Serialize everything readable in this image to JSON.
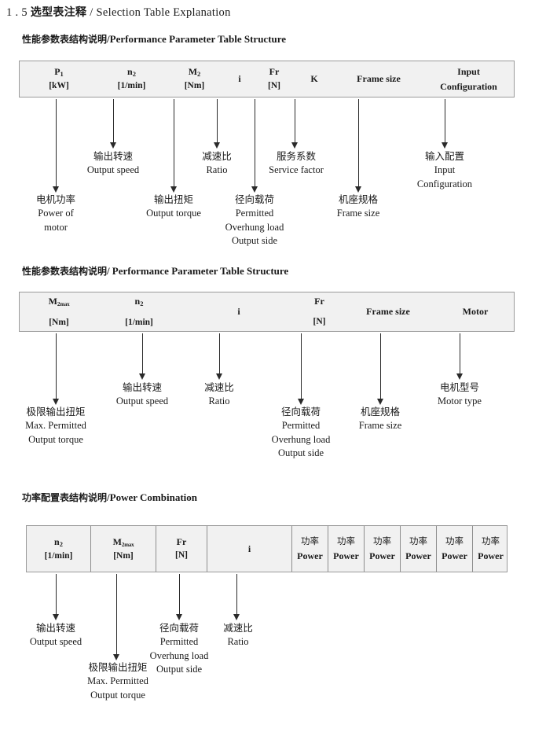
{
  "page": {
    "title_number": "1 . 5",
    "title_cn": "选型表注释",
    "title_sep": "/",
    "title_en": "Selection Table Explanation"
  },
  "sections": [
    {
      "heading_cn": "性能参数表结构说明",
      "heading_sep": "/",
      "heading_en": "Performance Parameter Table Structure",
      "table": {
        "columns": [
          {
            "line1": "P",
            "line1_sub": "1",
            "line2": "[kW]"
          },
          {
            "line1": "n",
            "line1_sub": "2",
            "line2": "[1/min]"
          },
          {
            "line1": "M",
            "line1_sub": "2",
            "line2": "[Nm]"
          },
          {
            "line1": "i",
            "line1_sub": "",
            "line2": ""
          },
          {
            "line1": "Fr",
            "line1_sub": "",
            "line2": "[N]"
          },
          {
            "line1": "K",
            "line1_sub": "",
            "line2": ""
          },
          {
            "line1": "Frame size",
            "line1_sub": "",
            "line2": ""
          },
          {
            "line1": "Input",
            "line1_sub": "",
            "line2": "Configuration"
          }
        ]
      },
      "annotations": [
        {
          "cn": "电机功率",
          "en": [
            "Power of",
            "motor"
          ]
        },
        {
          "cn": "输出转速",
          "en": [
            "Output speed"
          ]
        },
        {
          "cn": "输出扭矩",
          "en": [
            "Output torque"
          ]
        },
        {
          "cn": "减速比",
          "en": [
            "Ratio"
          ]
        },
        {
          "cn": "径向载荷",
          "en": [
            "Permitted",
            "Overhung load",
            "Output side"
          ]
        },
        {
          "cn": "服务系数",
          "en": [
            "Service factor"
          ]
        },
        {
          "cn": "机座规格",
          "en": [
            "Frame size"
          ]
        },
        {
          "cn": "输入配置",
          "en": [
            "Input",
            "Configuration"
          ]
        }
      ]
    },
    {
      "heading_cn": "性能参数表结构说明",
      "heading_sep": "/",
      "heading_en": "Performance Parameter Table Structure",
      "table": {
        "columns": [
          {
            "line1": "M",
            "line1_sub": "2max",
            "line2": "[Nm]"
          },
          {
            "line1": "n",
            "line1_sub": "2",
            "line2": "[1/min]"
          },
          {
            "line1": "i",
            "line1_sub": "",
            "line2": ""
          },
          {
            "line1": "Fr",
            "line1_sub": "",
            "line2": "[N]"
          },
          {
            "line1": "Frame size",
            "line1_sub": "",
            "line2": ""
          },
          {
            "line1": "Motor",
            "line1_sub": "",
            "line2": ""
          }
        ]
      },
      "annotations": [
        {
          "cn": "极限输出扭矩",
          "en": [
            "Max. Permitted",
            "Output  torque"
          ]
        },
        {
          "cn": "输出转速",
          "en": [
            "Output speed"
          ]
        },
        {
          "cn": "减速比",
          "en": [
            "Ratio"
          ]
        },
        {
          "cn": "径向载荷",
          "en": [
            "Permitted",
            "Overhung load",
            "Output side"
          ]
        },
        {
          "cn": "机座规格",
          "en": [
            "Frame size"
          ]
        },
        {
          "cn": "电机型号",
          "en": [
            "Motor type"
          ]
        }
      ]
    },
    {
      "heading_cn": "功率配置表结构说明",
      "heading_sep": "/",
      "heading_en": "Power Combination",
      "table": {
        "columns": [
          {
            "line1": "n",
            "line1_sub": "2",
            "line2": "[1/min]"
          },
          {
            "line1": "M",
            "line1_sub": "2max",
            "line2": "[Nm]"
          },
          {
            "line1": "Fr",
            "line1_sub": "",
            "line2": "[N]"
          },
          {
            "line1": "i",
            "line1_sub": "",
            "line2": ""
          },
          {
            "line1_cn": "功率",
            "line2": "Power"
          },
          {
            "line1_cn": "功率",
            "line2": "Power"
          },
          {
            "line1_cn": "功率",
            "line2": "Power"
          },
          {
            "line1_cn": "功率",
            "line2": "Power"
          },
          {
            "line1_cn": "功率",
            "line2": "Power"
          },
          {
            "line1_cn": "功率",
            "line2": "Power"
          }
        ]
      },
      "annotations": [
        {
          "cn": "输出转速",
          "en": [
            "Output speed"
          ]
        },
        {
          "cn": "极限输出扭矩",
          "en": [
            "Max. Permitted",
            "Output  torque"
          ]
        },
        {
          "cn": "径向载荷",
          "en": [
            "Permitted",
            "Overhung load",
            "Output side"
          ]
        },
        {
          "cn": "减速比",
          "en": [
            "Ratio"
          ]
        }
      ]
    }
  ]
}
